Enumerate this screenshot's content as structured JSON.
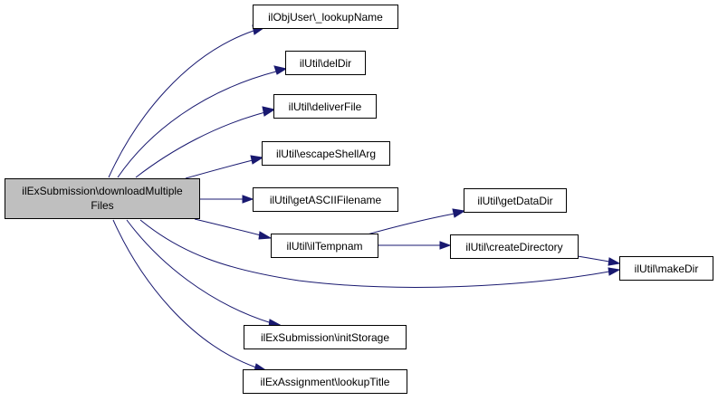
{
  "colors": {
    "edge": "#191970",
    "root_fill": "#bfbfbf",
    "node_fill": "#ffffff",
    "node_border": "#000000"
  },
  "nodes": {
    "root_line1": "ilExSubmission\\downloadMultiple",
    "root_line2": "Files",
    "lookupName": "ilObjUser\\_lookupName",
    "delDir": "ilUtil\\delDir",
    "deliverFile": "ilUtil\\deliverFile",
    "escapeShellArg": "ilUtil\\escapeShellArg",
    "getASCIIFilename": "ilUtil\\getASCIIFilename",
    "ilTempnam": "ilUtil\\ilTempnam",
    "getDataDir": "ilUtil\\getDataDir",
    "createDirectory": "ilUtil\\createDirectory",
    "makeDir": "ilUtil\\makeDir",
    "initStorage": "ilExSubmission\\initStorage",
    "lookupTitle": "ilExAssignment\\lookupTitle"
  }
}
